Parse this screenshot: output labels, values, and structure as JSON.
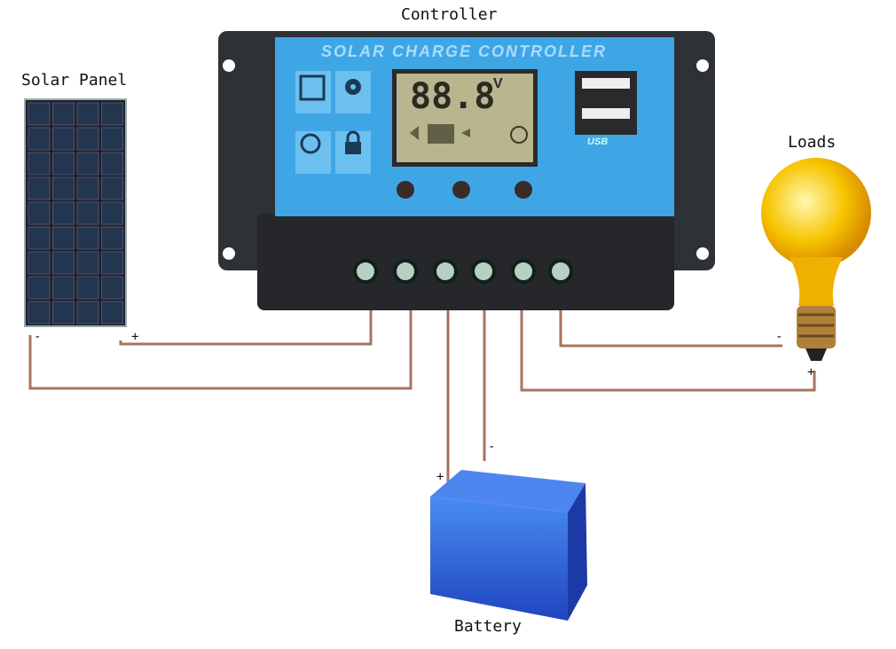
{
  "labels": {
    "controller": "Controller",
    "solar_panel": "Solar Panel",
    "loads": "Loads",
    "battery": "Battery"
  },
  "device": {
    "title": "SOLAR CHARGE CONTROLLER",
    "display_value": "88.8",
    "display_unit": "V",
    "usb": "USB"
  },
  "polarity": {
    "panel_neg": "-",
    "panel_pos": "+",
    "battery_pos": "+",
    "battery_neg": "-",
    "load_neg": "-",
    "load_pos": "+"
  },
  "colors": {
    "wire": "#a8735f",
    "face": "#3fa6e6",
    "body": "#2e3136",
    "battery": "#2f63d8",
    "bulb": "#f5b800"
  }
}
